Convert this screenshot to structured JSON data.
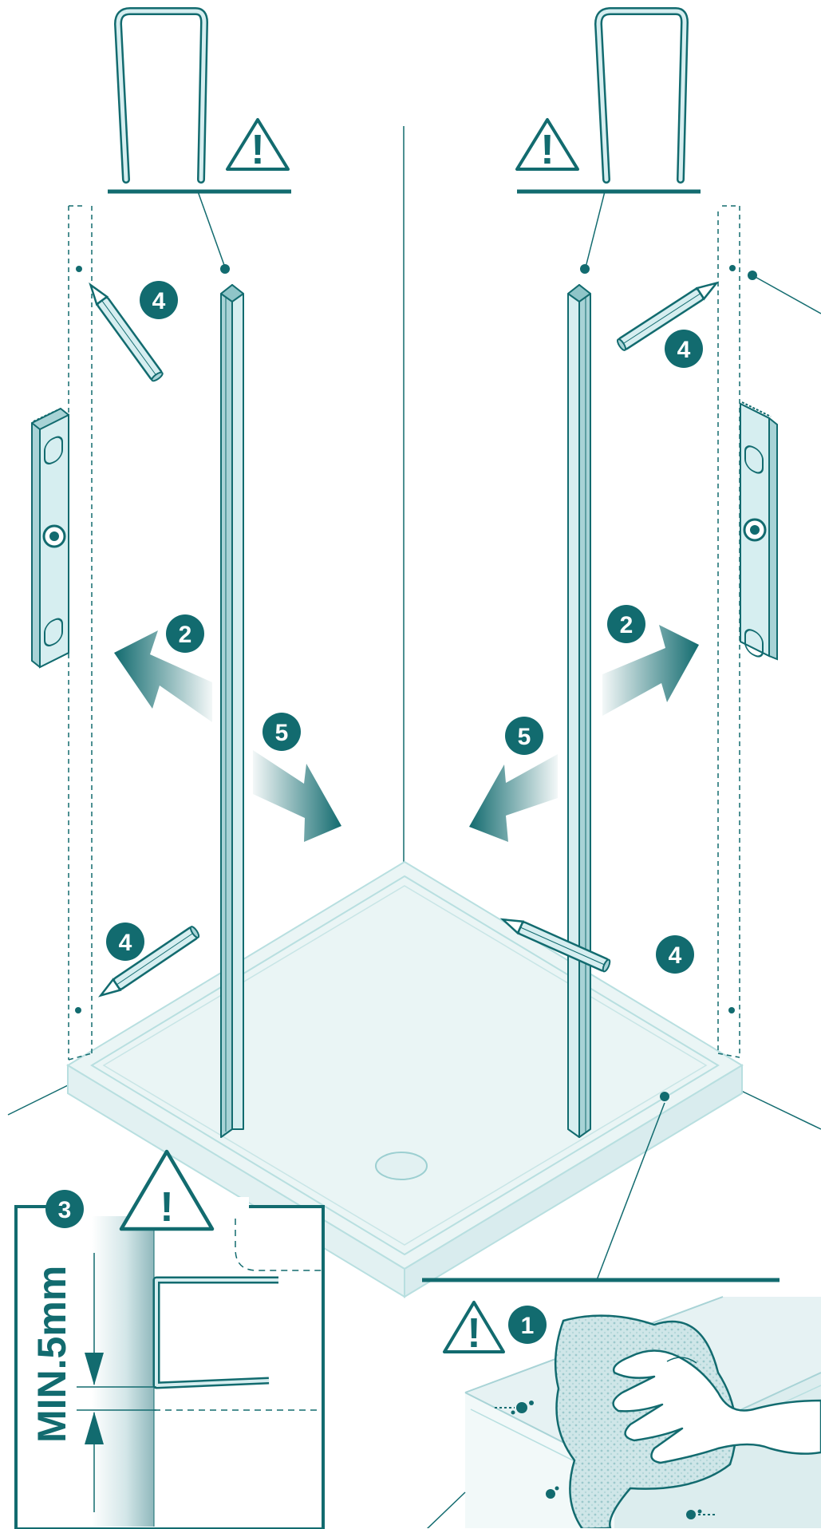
{
  "colors": {
    "teal": "#126b6f",
    "teal_dark": "#0e5e62",
    "teal_light": "#d6eef0",
    "tray_fill": "#eaf5f5",
    "tray_line": "#b8dfe0"
  },
  "steps": {
    "step1": "1",
    "step2": "2",
    "step3": "3",
    "step4": "4",
    "step5": "5"
  },
  "warning_symbol": "!",
  "inset_min_label": "MIN.5mm",
  "icons": [
    "warning-triangle-icon",
    "pencil-icon",
    "spirit-level-icon",
    "arrow-icon",
    "cloth-hand-icon",
    "u-profile-icon"
  ]
}
